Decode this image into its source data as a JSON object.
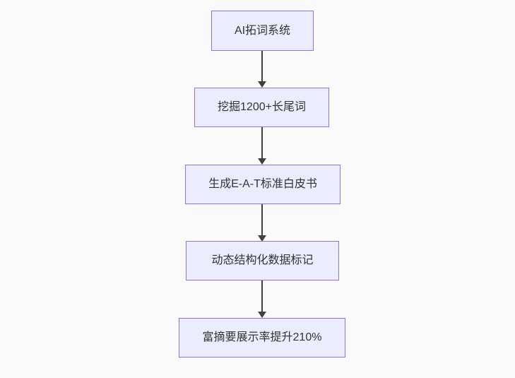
{
  "diagram": {
    "type": "flowchart",
    "direction": "top-down",
    "nodes": [
      {
        "id": "node-1",
        "label": "AI拓词系统"
      },
      {
        "id": "node-2",
        "label": "挖掘1200+长尾词"
      },
      {
        "id": "node-3",
        "label": "生成E-A-T标准白皮书"
      },
      {
        "id": "node-4",
        "label": "动态结构化数据标记"
      },
      {
        "id": "node-5",
        "label": "富摘要展示率提升210%"
      }
    ],
    "edges": [
      {
        "from": "node-1",
        "to": "node-2",
        "style": "arrow"
      },
      {
        "from": "node-2",
        "to": "node-3",
        "style": "arrow"
      },
      {
        "from": "node-3",
        "to": "node-4",
        "style": "arrow"
      },
      {
        "from": "node-4",
        "to": "node-5",
        "style": "arrow"
      }
    ],
    "colors": {
      "background": "#fafafa",
      "node_fill": "#ECECFF",
      "node_border": "#9370DB",
      "text": "#333333",
      "arrow": "#404040"
    }
  }
}
